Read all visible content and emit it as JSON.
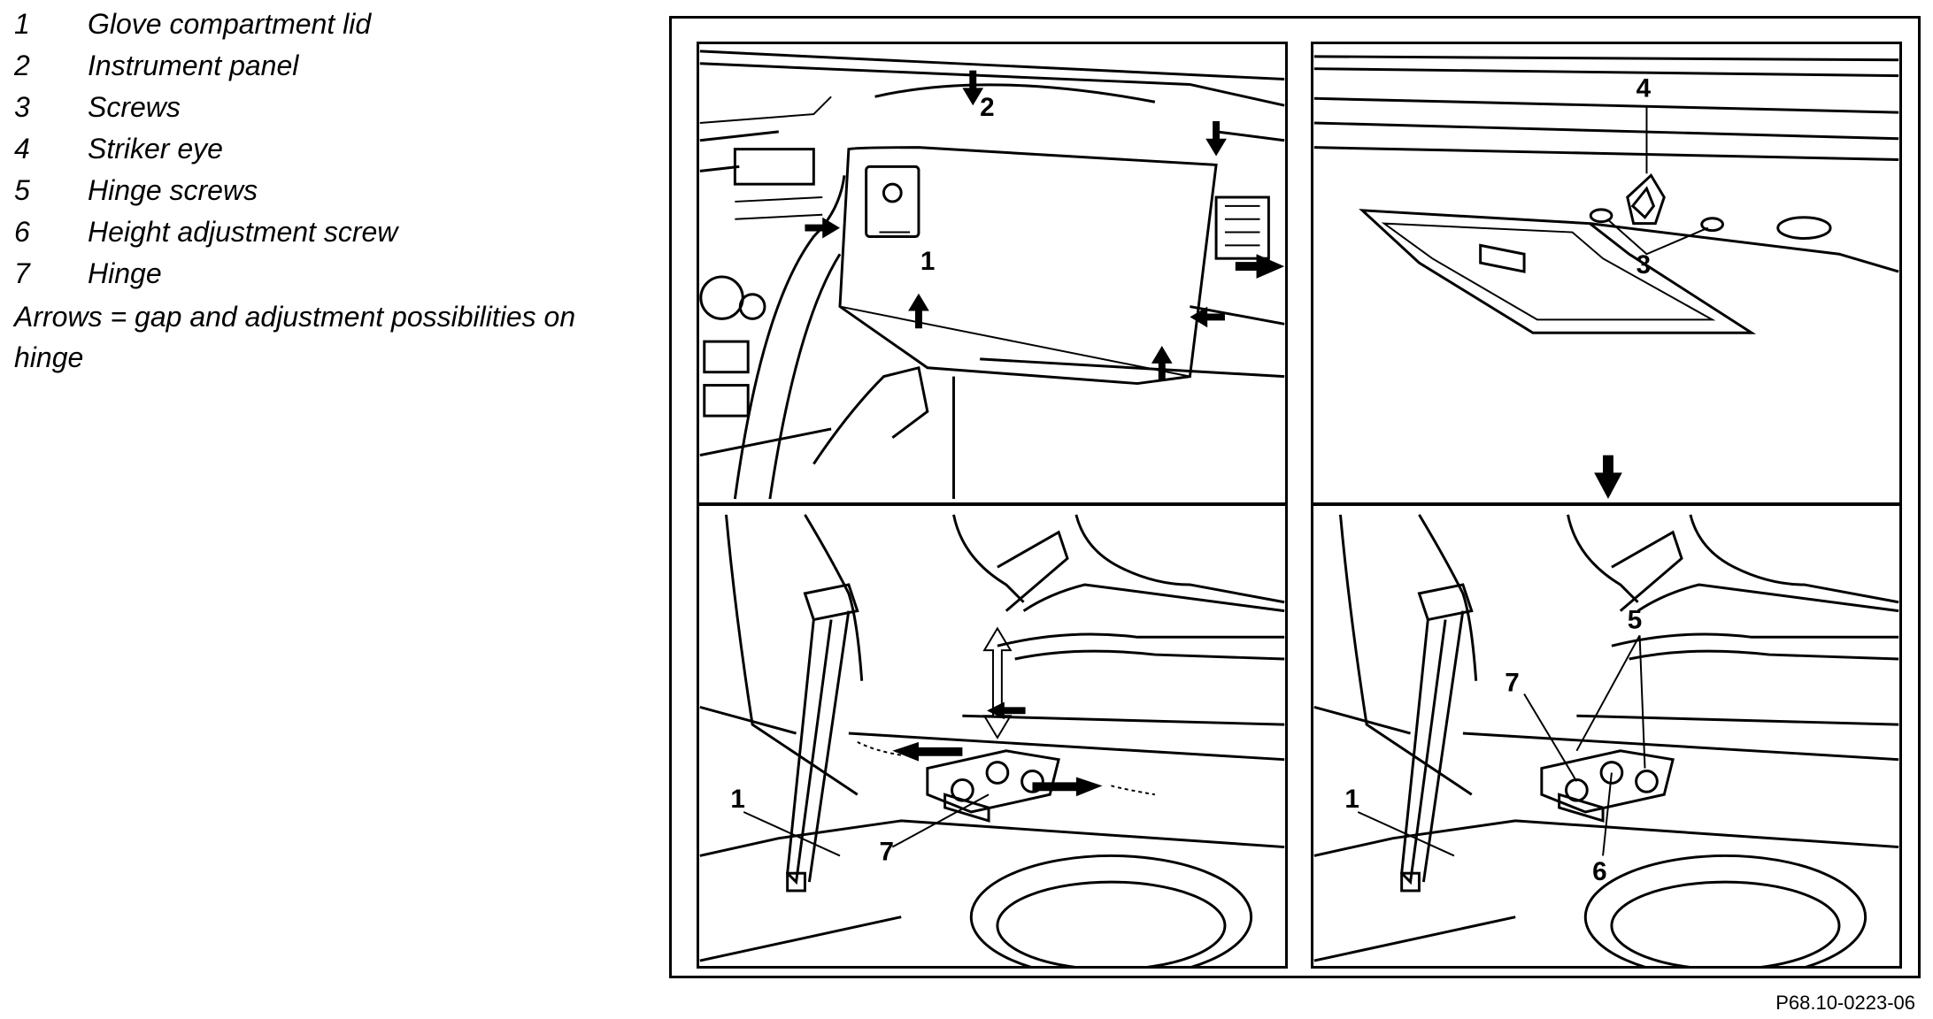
{
  "legend": {
    "items": [
      {
        "num": "1",
        "label": "Glove compartment lid"
      },
      {
        "num": "2",
        "label": "Instrument panel"
      },
      {
        "num": "3",
        "label": "Screws"
      },
      {
        "num": "4",
        "label": "Striker eye"
      },
      {
        "num": "5",
        "label": "Hinge screws"
      },
      {
        "num": "6",
        "label": "Height adjustment screw"
      },
      {
        "num": "7",
        "label": "Hinge"
      }
    ],
    "note": "Arrows = gap and adjustment possibilities on hinge"
  },
  "panels": {
    "p1": {
      "labels": [
        "2",
        "1"
      ]
    },
    "p2": {
      "labels": [
        "4",
        "3"
      ]
    },
    "p3": {
      "labels": [
        "1",
        "7"
      ]
    },
    "p4": {
      "labels": [
        "5",
        "7",
        "1",
        "6"
      ]
    }
  },
  "figure_code": "P68.10-0223-06"
}
